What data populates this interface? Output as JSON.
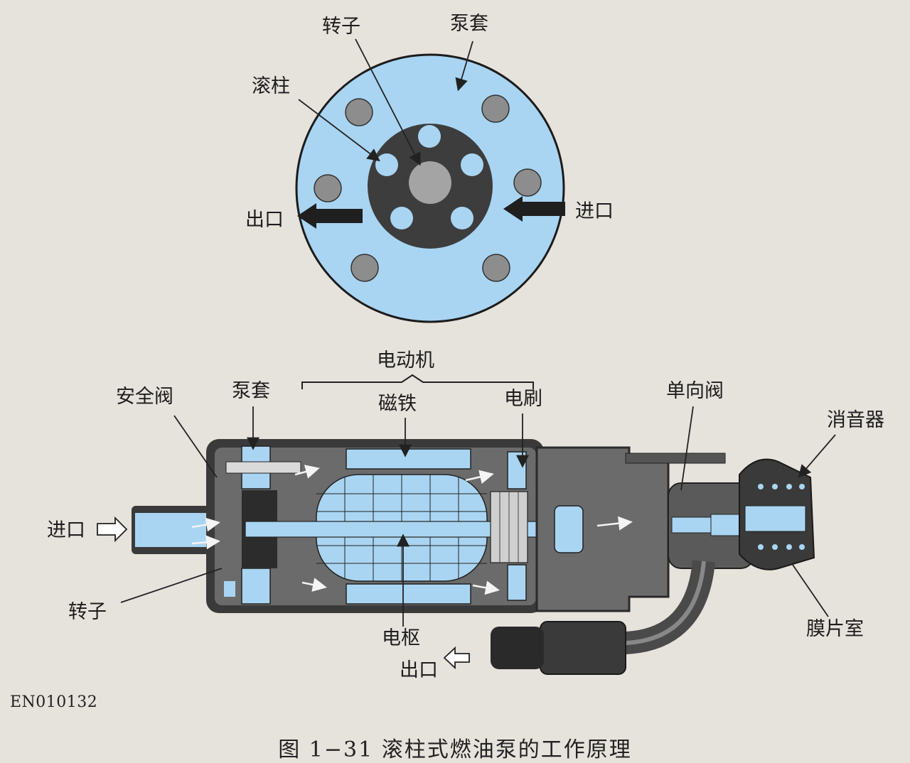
{
  "labels": {
    "top_rotor": "转子",
    "top_sleeve": "泵套",
    "top_roller": "滚柱",
    "top_outlet": "出口",
    "top_inlet": "进口",
    "motor": "电动机",
    "safety_valve": "安全阀",
    "pump_sleeve": "泵套",
    "magnet": "磁铁",
    "brush": "电刷",
    "check_valve": "单向阀",
    "muffler": "消音器",
    "inlet": "进口",
    "rotor": "转子",
    "armature": "电枢",
    "outlet": "出口",
    "diaphragm_chamber": "膜片室"
  },
  "figure_code": "EN010132",
  "caption": "图 1−31 滚柱式燃油泵的工作原理",
  "colors": {
    "background": "#e6e2dc",
    "pump_blue": "#a9d5f2",
    "rotor_dark": "#3d3d3d",
    "roller_gray": "#8d8d8d",
    "housing_dark": "#3a3a3a",
    "housing_gray": "#6b6b6b"
  }
}
